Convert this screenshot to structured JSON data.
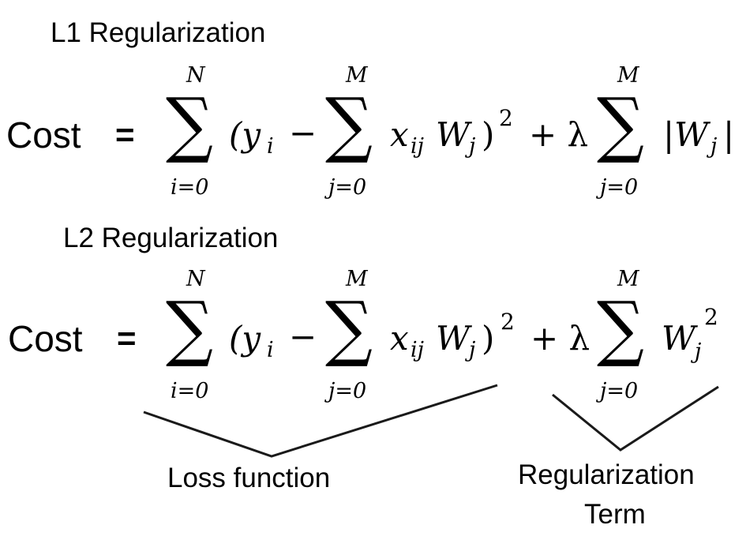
{
  "l1": {
    "heading": "L1 Regularization",
    "cost_label": "Cost",
    "equals": "=",
    "sum1": {
      "symbol": "∑",
      "upper": "N",
      "lower": "i=0"
    },
    "term1": "(y",
    "term1_sub": "i",
    "minus": "−",
    "sum2": {
      "symbol": "∑",
      "upper": "M",
      "lower": "j=0"
    },
    "term2_x": "x",
    "term2_sub": "ij",
    "term2_w": "W",
    "term2_wsub": "j",
    "term2_close": ")",
    "power": "2",
    "plus_lambda": "+ λ",
    "sum3": {
      "symbol": "∑",
      "upper": "M",
      "lower": "j=0"
    },
    "term3": "|W",
    "term3_sub": "j",
    "term3_close": "|"
  },
  "l2": {
    "heading": "L2 Regularization",
    "cost_label": "Cost",
    "equals": "=",
    "sum1": {
      "symbol": "∑",
      "upper": "N",
      "lower": "i=0"
    },
    "term1": "(y",
    "term1_sub": "i",
    "minus": "−",
    "sum2": {
      "symbol": "∑",
      "upper": "M",
      "lower": "j=0"
    },
    "term2_x": "x",
    "term2_sub": "ij",
    "term2_w": "W",
    "term2_wsub": "j",
    "term2_close": ")",
    "power": "2",
    "plus_lambda": "+ λ",
    "sum3": {
      "symbol": "∑",
      "upper": "M",
      "lower": "j=0"
    },
    "term3": "W",
    "term3_sub": "j",
    "term3_sup": "2"
  },
  "annotations": {
    "loss": "Loss function",
    "reg_line1": "Regularization",
    "reg_line2": "Term"
  }
}
